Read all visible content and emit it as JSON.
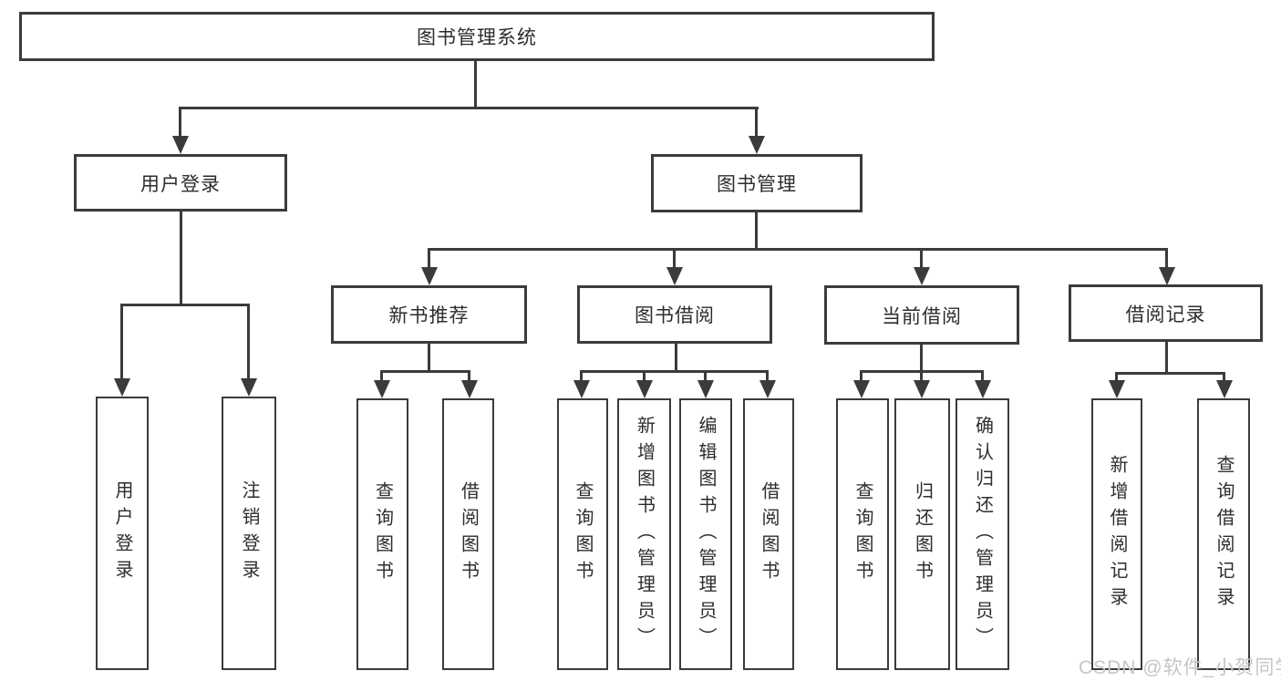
{
  "diagram": {
    "type": "hierarchy-tree",
    "colors": {
      "line": "#3b3b3b",
      "box_border": "#3b3b3b",
      "text": "#2d2d2d",
      "background": "#ffffff",
      "watermark_text_color": "#c6c6c6"
    },
    "watermark": "CSDN @软件_小贺同学",
    "nodes": {
      "root": {
        "label": "图书管理系统"
      },
      "user_login": {
        "label": "用户登录"
      },
      "book_mgmt": {
        "label": "图书管理"
      },
      "new_book_rec": {
        "label": "新书推荐"
      },
      "book_borrow": {
        "label": "图书借阅"
      },
      "current_borrow": {
        "label": "当前借阅"
      },
      "borrow_records": {
        "label": "借阅记录"
      },
      "leaf_user_login": {
        "label": "用户登录"
      },
      "leaf_logout": {
        "label": "注销登录"
      },
      "leaf_rec_query": {
        "label": "查询图书"
      },
      "leaf_rec_borrow": {
        "label": "借阅图书"
      },
      "leaf_bb_query": {
        "label": "查询图书"
      },
      "leaf_bb_add": {
        "label": "新增图书（管理员）"
      },
      "leaf_bb_edit": {
        "label": "编辑图书（管理员）"
      },
      "leaf_bb_borrow": {
        "label": "借阅图书"
      },
      "leaf_cb_query": {
        "label": "查询图书"
      },
      "leaf_cb_return": {
        "label": "归还图书"
      },
      "leaf_cb_confirm": {
        "label": "确认归还（管理员）"
      },
      "leaf_br_add": {
        "label": "新增借阅记录"
      },
      "leaf_br_query": {
        "label": "查询借阅记录"
      }
    },
    "edges": [
      "root→用户登录",
      "root→图书管理",
      "用户登录→用户登录",
      "用户登录→注销登录",
      "图书管理→新书推荐",
      "图书管理→图书借阅",
      "图书管理→当前借阅",
      "图书管理→借阅记录",
      "新书推荐→查询图书",
      "新书推荐→借阅图书",
      "图书借阅→查询图书",
      "图书借阅→新增图书（管理员）",
      "图书借阅→编辑图书（管理员）",
      "图书借阅→借阅图书",
      "当前借阅→查询图书",
      "当前借阅→归还图书",
      "当前借阅→确认归还（管理员）",
      "借阅记录→新增借阅记录",
      "借阅记录→查询借阅记录"
    ]
  }
}
